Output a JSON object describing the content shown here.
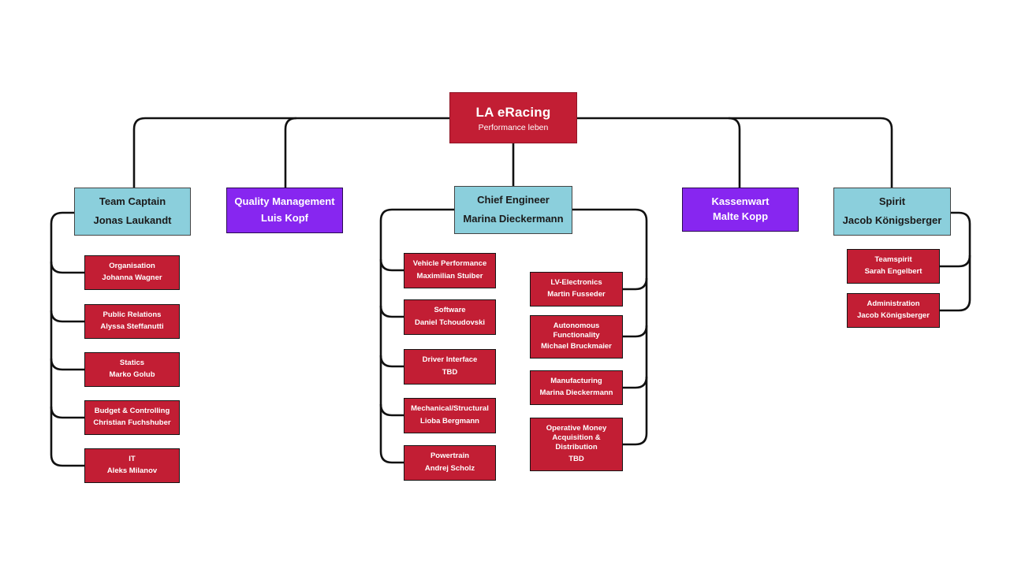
{
  "colors": {
    "red": "#C21E34",
    "teal": "#8BCFDC",
    "purple": "#8726F0",
    "line": "#111111",
    "text_dark": "#1B1B1B",
    "text_light": "#FFFFFF"
  },
  "root": {
    "title": "LA eRacing",
    "subtitle": "Performance leben"
  },
  "leads": {
    "team_captain": {
      "role": "Team Captain",
      "name": "Jonas Laukandt"
    },
    "quality_management": {
      "role": "Quality Management",
      "name": "Luis Kopf"
    },
    "chief_engineer": {
      "role": "Chief Engineer",
      "name": "Marina Dieckermann"
    },
    "kassenwart": {
      "role": "Kassenwart",
      "name": "Malte Kopp"
    },
    "spirit": {
      "role": "Spirit",
      "name": "Jacob Königsberger"
    }
  },
  "team_captain_children": [
    {
      "role": "Organisation",
      "name": "Johanna Wagner"
    },
    {
      "role": "Public Relations",
      "name": "Alyssa Steffanutti"
    },
    {
      "role": "Statics",
      "name": "Marko Golub"
    },
    {
      "role": "Budget & Controlling",
      "name": "Christian Fuchshuber"
    },
    {
      "role": "IT",
      "name": "Aleks Milanov"
    }
  ],
  "chief_engineer_children_left": [
    {
      "role": "Vehicle Performance",
      "name": "Maximilian Stuiber"
    },
    {
      "role": "Software",
      "name": "Daniel Tchoudovski"
    },
    {
      "role": "Driver Interface",
      "name": "TBD"
    },
    {
      "role": "Mechanical/Structural",
      "name": "Lioba Bergmann"
    },
    {
      "role": "Powertrain",
      "name": "Andrej Scholz"
    }
  ],
  "chief_engineer_children_right": [
    {
      "role": "LV-Electronics",
      "name": "Martin Fusseder"
    },
    {
      "role": "Autonomous Functionality",
      "name": "Michael Bruckmaier"
    },
    {
      "role": "Manufacturing",
      "name": "Marina Dieckermann"
    },
    {
      "role": "Operative Money Acquisition & Distribution",
      "name": "TBD"
    }
  ],
  "spirit_children": [
    {
      "role": "Teamspirit",
      "name": "Sarah Engelbert"
    },
    {
      "role": "Administration",
      "name": "Jacob Königsberger"
    }
  ]
}
